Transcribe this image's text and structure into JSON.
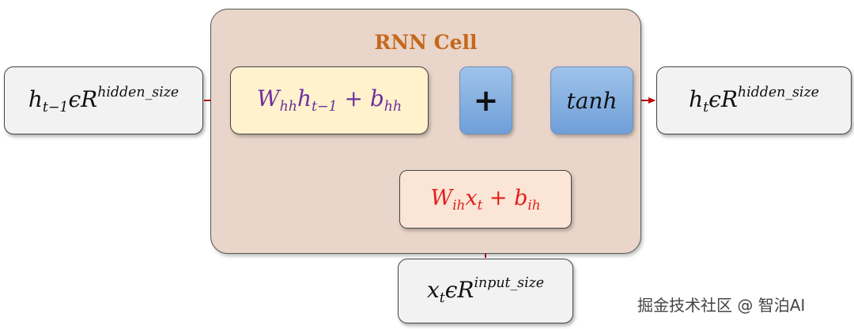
{
  "cell": {
    "title": "RNN Cell"
  },
  "inputs": {
    "h_prev": {
      "base": "h",
      "sub": "t−1",
      "rel": "ϵR",
      "sup": "hidden_size"
    },
    "x_in": {
      "base": "x",
      "sub": "t",
      "rel": "ϵR",
      "sup": "input_size"
    }
  },
  "output": {
    "base": "h",
    "sub": "t",
    "rel": "ϵR",
    "sup": "hidden_size"
  },
  "hidden_term": {
    "w": "W",
    "w_sub": "hh",
    "h": "h",
    "h_sub": "t−1",
    "plus": " + ",
    "b": "b",
    "b_sub": "hh"
  },
  "input_term": {
    "w": "W",
    "w_sub": "ih",
    "x": "x",
    "x_sub": "t",
    "plus": " + ",
    "b": "b",
    "b_sub": "ih"
  },
  "ops": {
    "plus": "+",
    "activation": "tanh"
  },
  "watermark": "掘金技术社区 @ 智泊AI",
  "colors": {
    "cell_bg": "#e9d5c9",
    "cell_title": "#c5671c",
    "hidden_term_text": "#7030a0",
    "input_term_text": "#e0201b",
    "arrow": "#c00000",
    "op_blue": "#8fb4e3"
  }
}
